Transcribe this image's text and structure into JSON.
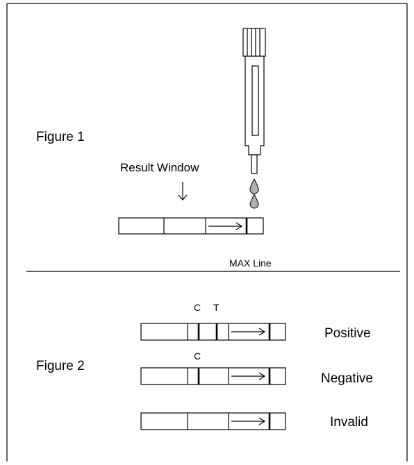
{
  "figure1": {
    "label": "Figure 1",
    "result_window_label": "Result  Window",
    "max_line_label": "MAX Line"
  },
  "figure2": {
    "label": "Figure 2",
    "strips": [
      {
        "result": "Positive",
        "markers": [
          "C",
          "T"
        ]
      },
      {
        "result": "Negative",
        "markers": [
          "C"
        ]
      },
      {
        "result": "Invalid",
        "markers": []
      }
    ]
  }
}
